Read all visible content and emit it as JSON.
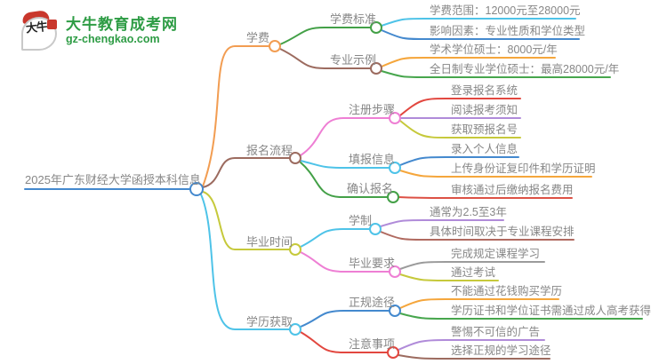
{
  "logo": {
    "site_name": "大牛教育成考网",
    "site_url": "gz-chengkao.com",
    "icon_text": "大牛"
  },
  "colors": {
    "brand_green": "#2e9c45",
    "root_blue": "#4489ce",
    "orange": "#f29d52",
    "leaf_orange": "#f5a63c",
    "brown": "#9c6b5f",
    "green": "#43a047",
    "cyan": "#4ec3e8",
    "blue": "#4489ce",
    "pink": "#ee7fd4",
    "red": "#e2473f",
    "crimson": "#dd5145",
    "purple": "#b08bd9",
    "yellow_green": "#c6c93b",
    "gray": "#9b9b9b",
    "rose_brown": "#b06a60"
  },
  "mindmap": {
    "root": {
      "label": "2025年广东财经大学函授本科信息"
    },
    "branches": [
      {
        "label": "学费",
        "children": [
          {
            "label": "学费标准",
            "leaves": [
              {
                "label": "学费范围：12000元至28000元"
              },
              {
                "label": "影响因素：专业性质和学位类型"
              }
            ]
          },
          {
            "label": "专业示例",
            "leaves": [
              {
                "label": "学术学位硕士：8000元/年"
              },
              {
                "label": "全日制专业学位硕士：最高28000元/年"
              }
            ]
          }
        ]
      },
      {
        "label": "报名流程",
        "children": [
          {
            "label": "注册步骤",
            "leaves": [
              {
                "label": "登录报名系统"
              },
              {
                "label": "阅读报考须知"
              },
              {
                "label": "获取预报名号"
              }
            ]
          },
          {
            "label": "填报信息",
            "leaves": [
              {
                "label": "录入个人信息"
              },
              {
                "label": "上传身份证复印件和学历证明"
              }
            ]
          },
          {
            "label": "确认报名",
            "leaves": [
              {
                "label": "审核通过后缴纳报名费用"
              }
            ]
          }
        ]
      },
      {
        "label": "毕业时间",
        "children": [
          {
            "label": "学制",
            "leaves": [
              {
                "label": "通常为2.5至3年"
              },
              {
                "label": "具体时间取决于专业课程安排"
              }
            ]
          },
          {
            "label": "毕业要求",
            "leaves": [
              {
                "label": "完成规定课程学习"
              },
              {
                "label": "通过考试"
              }
            ]
          }
        ]
      },
      {
        "label": "学历获取",
        "children": [
          {
            "label": "正规途径",
            "leaves": [
              {
                "label": "不能通过花钱购买学历"
              },
              {
                "label": "学历证书和学位证书需通过成人高考获得"
              }
            ]
          },
          {
            "label": "注意事项",
            "leaves": [
              {
                "label": "警惕不可信的广告"
              },
              {
                "label": "选择正规的学习途径"
              }
            ]
          }
        ]
      }
    ]
  }
}
